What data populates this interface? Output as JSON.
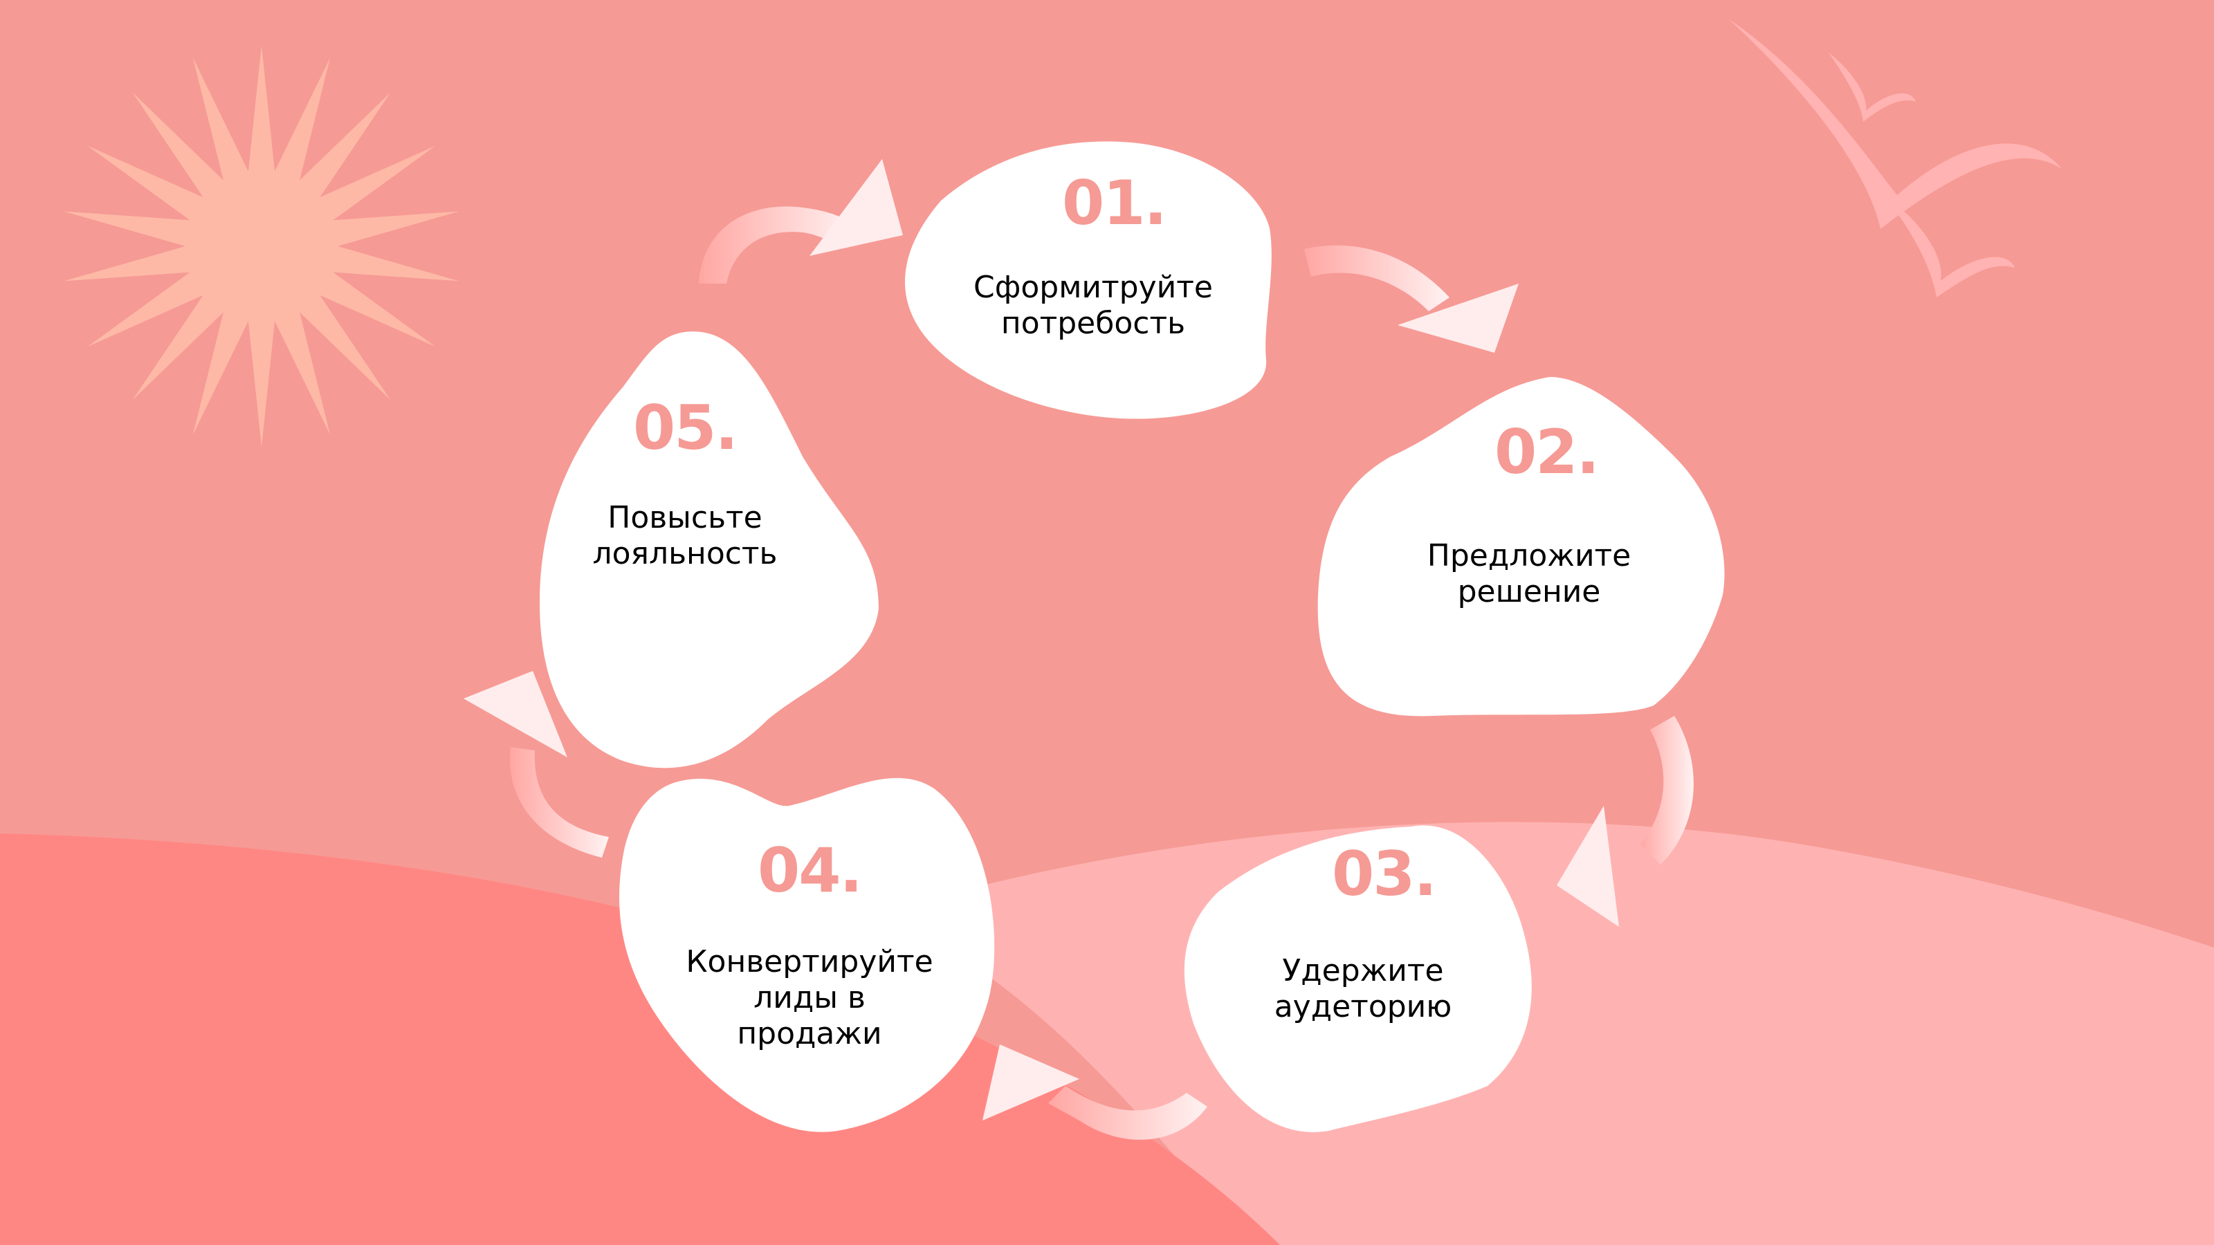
{
  "diagram": {
    "type": "cycle",
    "colors": {
      "background": "#F69A95",
      "sun": "#FDB9A6",
      "birds": "#FFB3B2",
      "hill_left": "#FF8783",
      "hill_right": "#FEB3B2",
      "blob": "#FFFFFF",
      "number": "#F59A94",
      "label": "#000000"
    },
    "decorations": [
      "sun-icon",
      "birds-icon"
    ],
    "steps": [
      {
        "number": "01.",
        "label_lines": [
          "Сформитруйте",
          "потребость"
        ]
      },
      {
        "number": "02.",
        "label_lines": [
          "Предложите",
          "решение"
        ]
      },
      {
        "number": "03.",
        "label_lines": [
          "Удержите",
          "аудеторию"
        ]
      },
      {
        "number": "04.",
        "label_lines": [
          "Конвертируйте",
          "лиды в",
          "продажи"
        ]
      },
      {
        "number": "05.",
        "label_lines": [
          "Повысьте",
          "лояльность"
        ]
      }
    ],
    "connections": [
      {
        "from": "05.",
        "to": "01."
      },
      {
        "from": "01.",
        "to": "02."
      },
      {
        "from": "02.",
        "to": "03."
      },
      {
        "from": "03.",
        "to": "04."
      },
      {
        "from": "04.",
        "to": "05."
      }
    ]
  }
}
